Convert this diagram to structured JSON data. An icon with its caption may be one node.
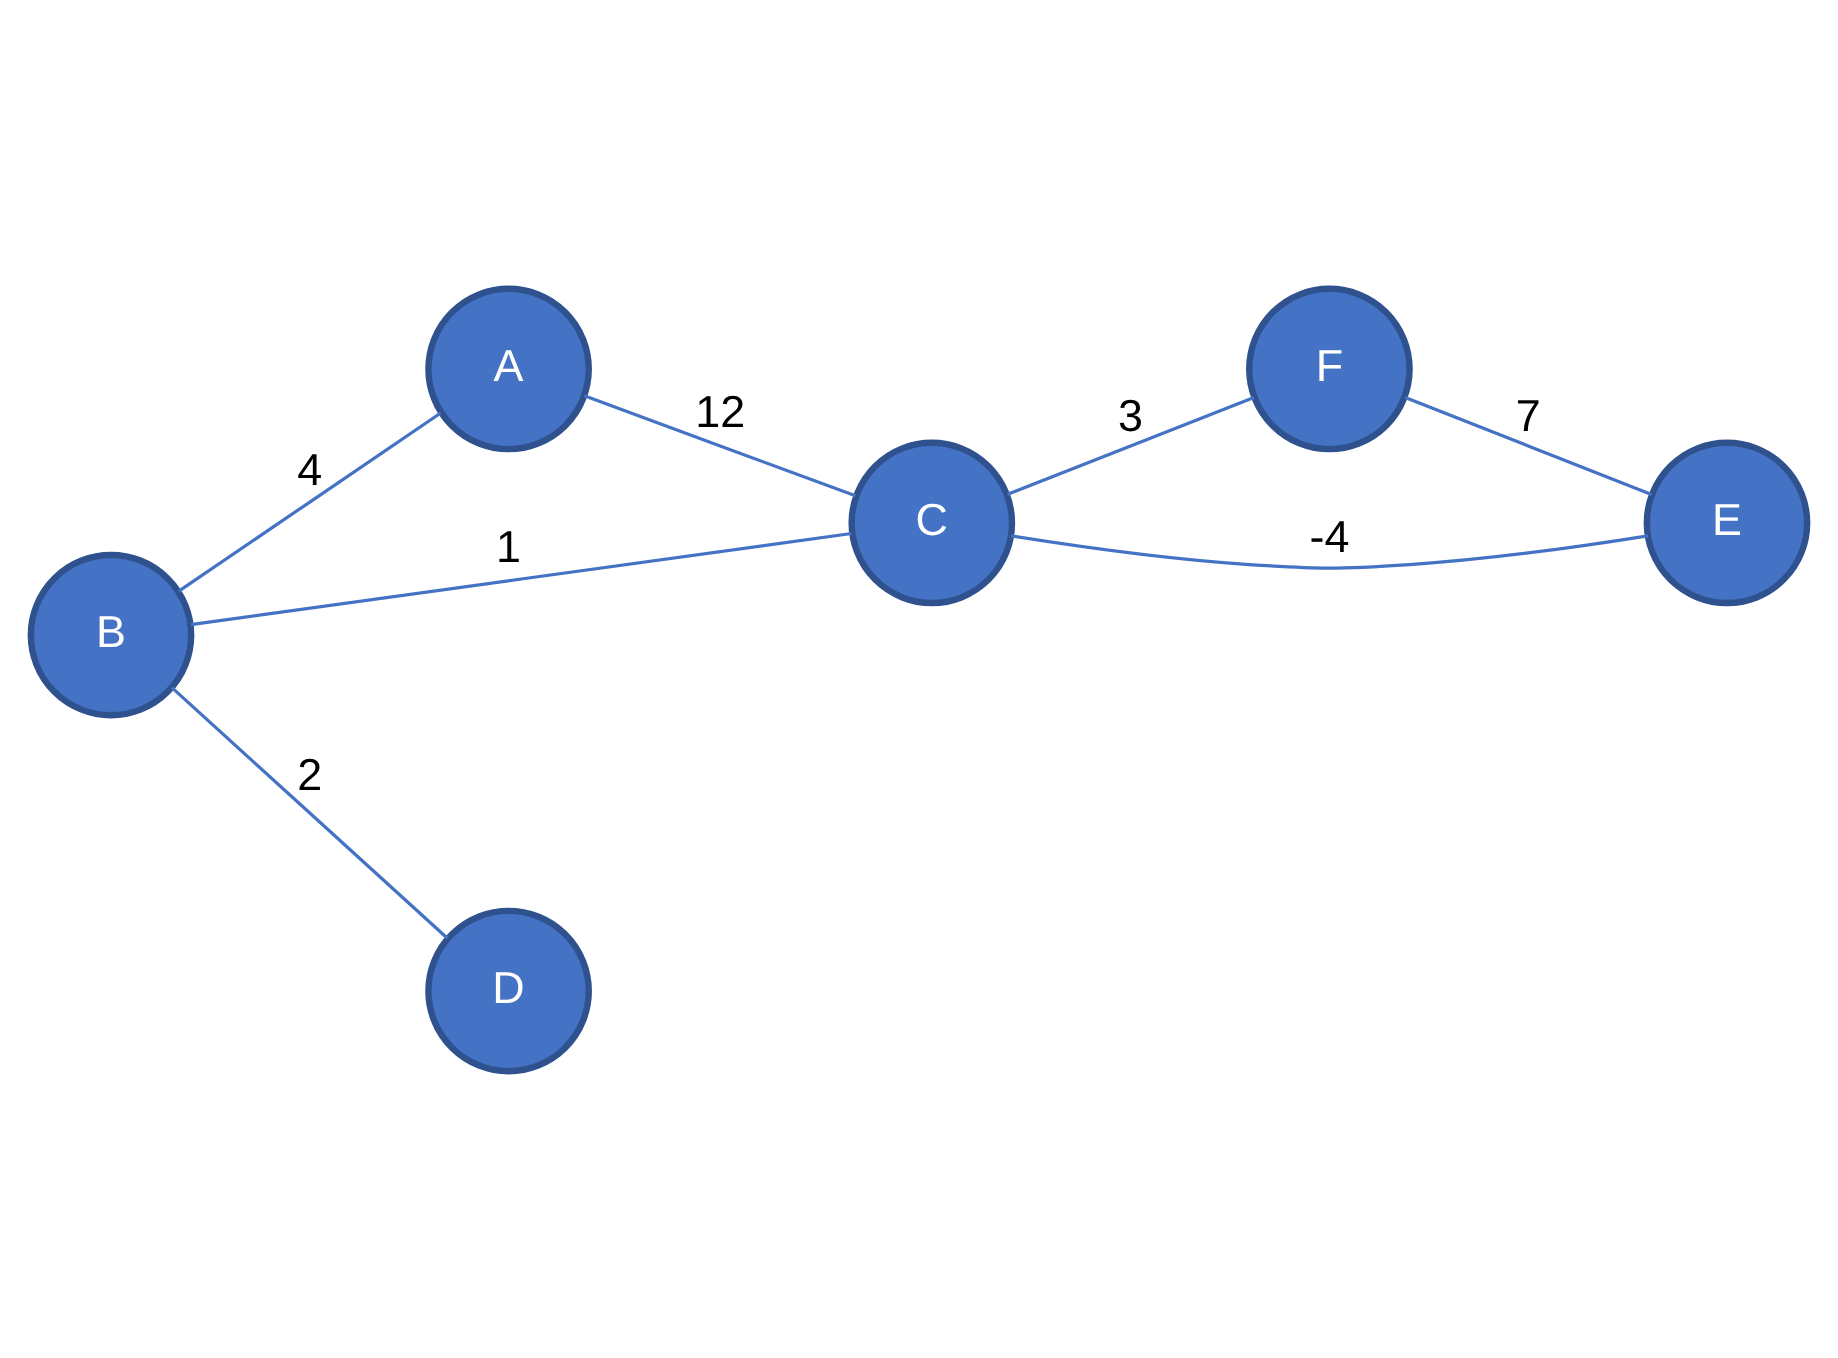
{
  "diagram": {
    "nodes": [
      {
        "text": [
          "A"
        ]
      },
      {
        "text": [
          "B"
        ]
      },
      {
        "text": [
          "C"
        ]
      },
      {
        "text": [
          "F"
        ]
      },
      {
        "text": [
          "D"
        ]
      },
      {
        "text": [
          "E"
        ]
      }
    ],
    "edges": [
      {
        "from": 1,
        "to": 0,
        "arrow": "none",
        "label": "4"
      },
      {
        "from": 0,
        "to": 2,
        "arrow": "none",
        "label": "12"
      },
      {
        "from": 1,
        "to": 2,
        "arrow": "none",
        "label": "1"
      },
      {
        "from": 2,
        "to": 3,
        "arrow": "none",
        "label": "3"
      },
      {
        "from": 1,
        "to": 4,
        "arrow": "none",
        "label": "2"
      },
      {
        "from": 2,
        "to": 5,
        "arrow": "none",
        "label": "-4"
      },
      {
        "from": 3,
        "to": 5,
        "arrow": "none",
        "label": "7"
      }
    ]
  }
}
